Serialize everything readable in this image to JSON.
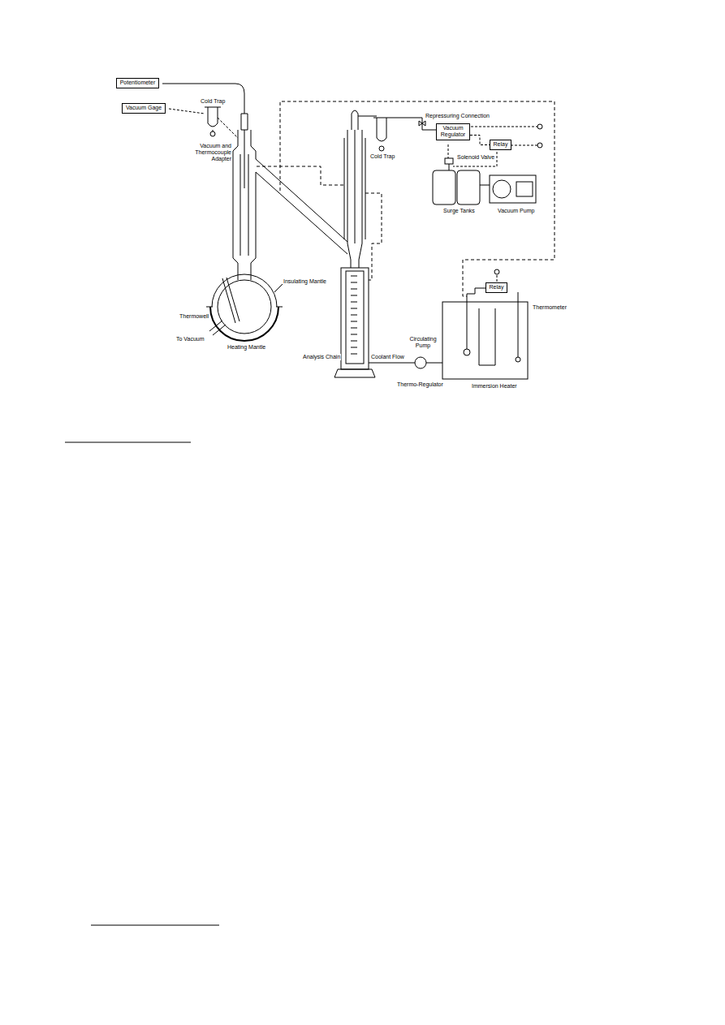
{
  "diagram": {
    "nodes": [
      {
        "text": [
          "Potentiometer"
        ]
      },
      {
        "text": [
          "Vacuum Gage"
        ]
      },
      {
        "text": [
          "Vacuum Regulator"
        ]
      },
      {
        "text": [
          "Relay"
        ]
      },
      {
        "text": [
          "Relay"
        ]
      }
    ],
    "edges": [
      {
        "from": 2,
        "to": 3,
        "arrow": "none"
      }
    ],
    "labels": [
      "Cold Trap",
      "Vacuum and Thermocouple Adapter",
      "Repressuring Connection",
      "Cold Trap",
      "Solenoid Valve",
      "Surge Tanks",
      "Vacuum Pump",
      "Insulating Mantle",
      "Thermowell",
      "To Vacuum",
      "Heating Mantle",
      "Analysis Chain",
      "Coolant Flow",
      "Circulating Pump",
      "Thermometer",
      "Thermo-Regulator",
      "Immersion Heater"
    ]
  }
}
